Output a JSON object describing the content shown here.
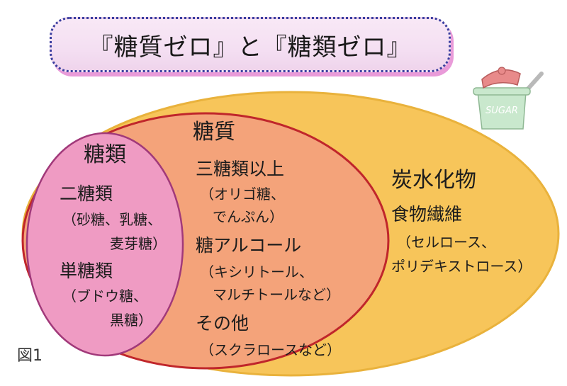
{
  "title": "『糖質ゼロ』と『糖類ゼロ』",
  "figure_label": "図1",
  "colors": {
    "outer_fill": "#f7c55a",
    "outer_stroke": "#e9b23c",
    "middle_fill": "#f4a37a",
    "middle_stroke": "#c0262b",
    "inner_fill": "#ef9bc3",
    "inner_stroke": "#a1397a",
    "banner_border": "#3b3fa0",
    "banner_shadow": "#e99bd9",
    "pot_body": "#c9e8cd",
    "pot_lid": "#e88a8a",
    "pot_text": "#ffffff"
  },
  "icons": {
    "sugar_pot": "sugar-pot-icon"
  },
  "sugar_pot": {
    "label": "SUGAR"
  },
  "outer": {
    "title": "炭水化物",
    "items": [
      "食物繊維",
      "（セルロース、",
      "ポリデキストロース）"
    ]
  },
  "middle": {
    "title": "糖質",
    "groups": [
      {
        "heading": "三糖類以上",
        "details": [
          "（オリゴ糖、",
          "でんぷん）"
        ]
      },
      {
        "heading": "糖アルコール",
        "details": [
          "（キシリトール、",
          "マルチトールなど）"
        ]
      },
      {
        "heading": "その他",
        "details": [
          "（スクラロースなど）"
        ]
      }
    ]
  },
  "inner": {
    "title": "糖類",
    "groups": [
      {
        "heading": "二糖類",
        "details": [
          "（砂糖、乳糖、",
          "麦芽糖）"
        ]
      },
      {
        "heading": "単糖類",
        "details": [
          "（ブドウ糖、",
          "黒糖）"
        ]
      }
    ]
  }
}
